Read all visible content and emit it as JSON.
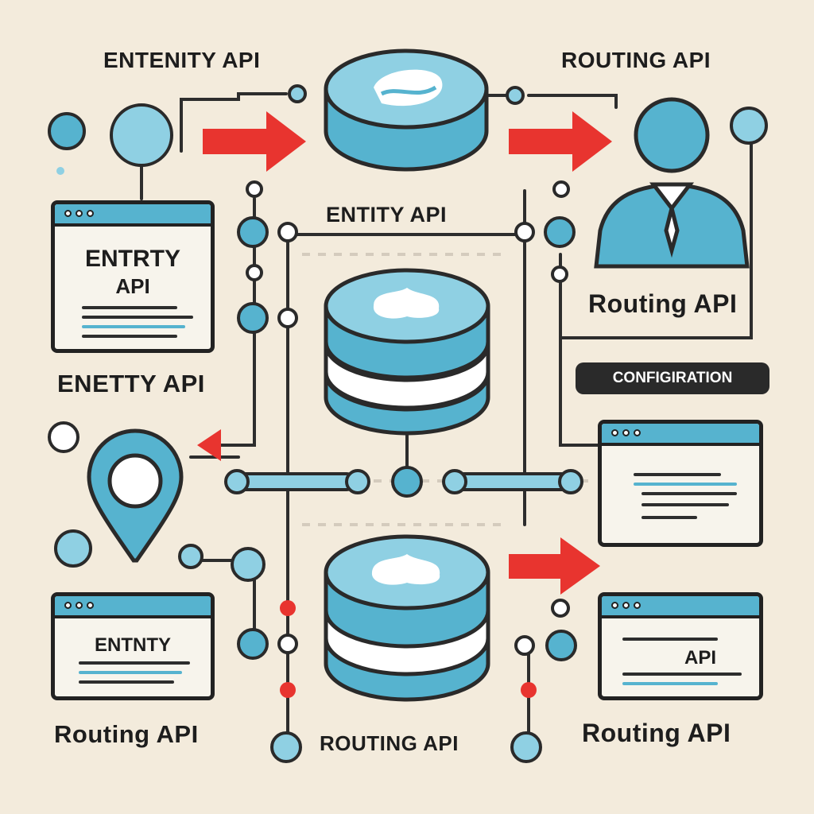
{
  "labels": {
    "top_left": "ENTENITY API",
    "top_right": "ROUTING API",
    "center_top": "ENTITY API",
    "right_mid": "Routing API",
    "left_mid": "ENETTY API",
    "bottom_left": "Routing API",
    "bottom_center": "ROUTING API",
    "bottom_right": "Routing API"
  },
  "windows": {
    "left_top": {
      "line1": "ENTRTY",
      "line2": "API"
    },
    "left_bottom": {
      "line1": "ENTNTY"
    },
    "right_bottom": {
      "line1": "API"
    }
  },
  "badge": {
    "text": "CONFIGIRATION"
  },
  "colors": {
    "background": "#f3ebdc",
    "accent": "#56b3cf",
    "accent_light": "#8fd0e3",
    "arrow": "#e8342f",
    "outline": "#222222"
  },
  "icons": [
    "database-icon",
    "user-icon",
    "location-pin-icon",
    "browser-window-icon",
    "arrow-right-icon",
    "node-icon"
  ]
}
